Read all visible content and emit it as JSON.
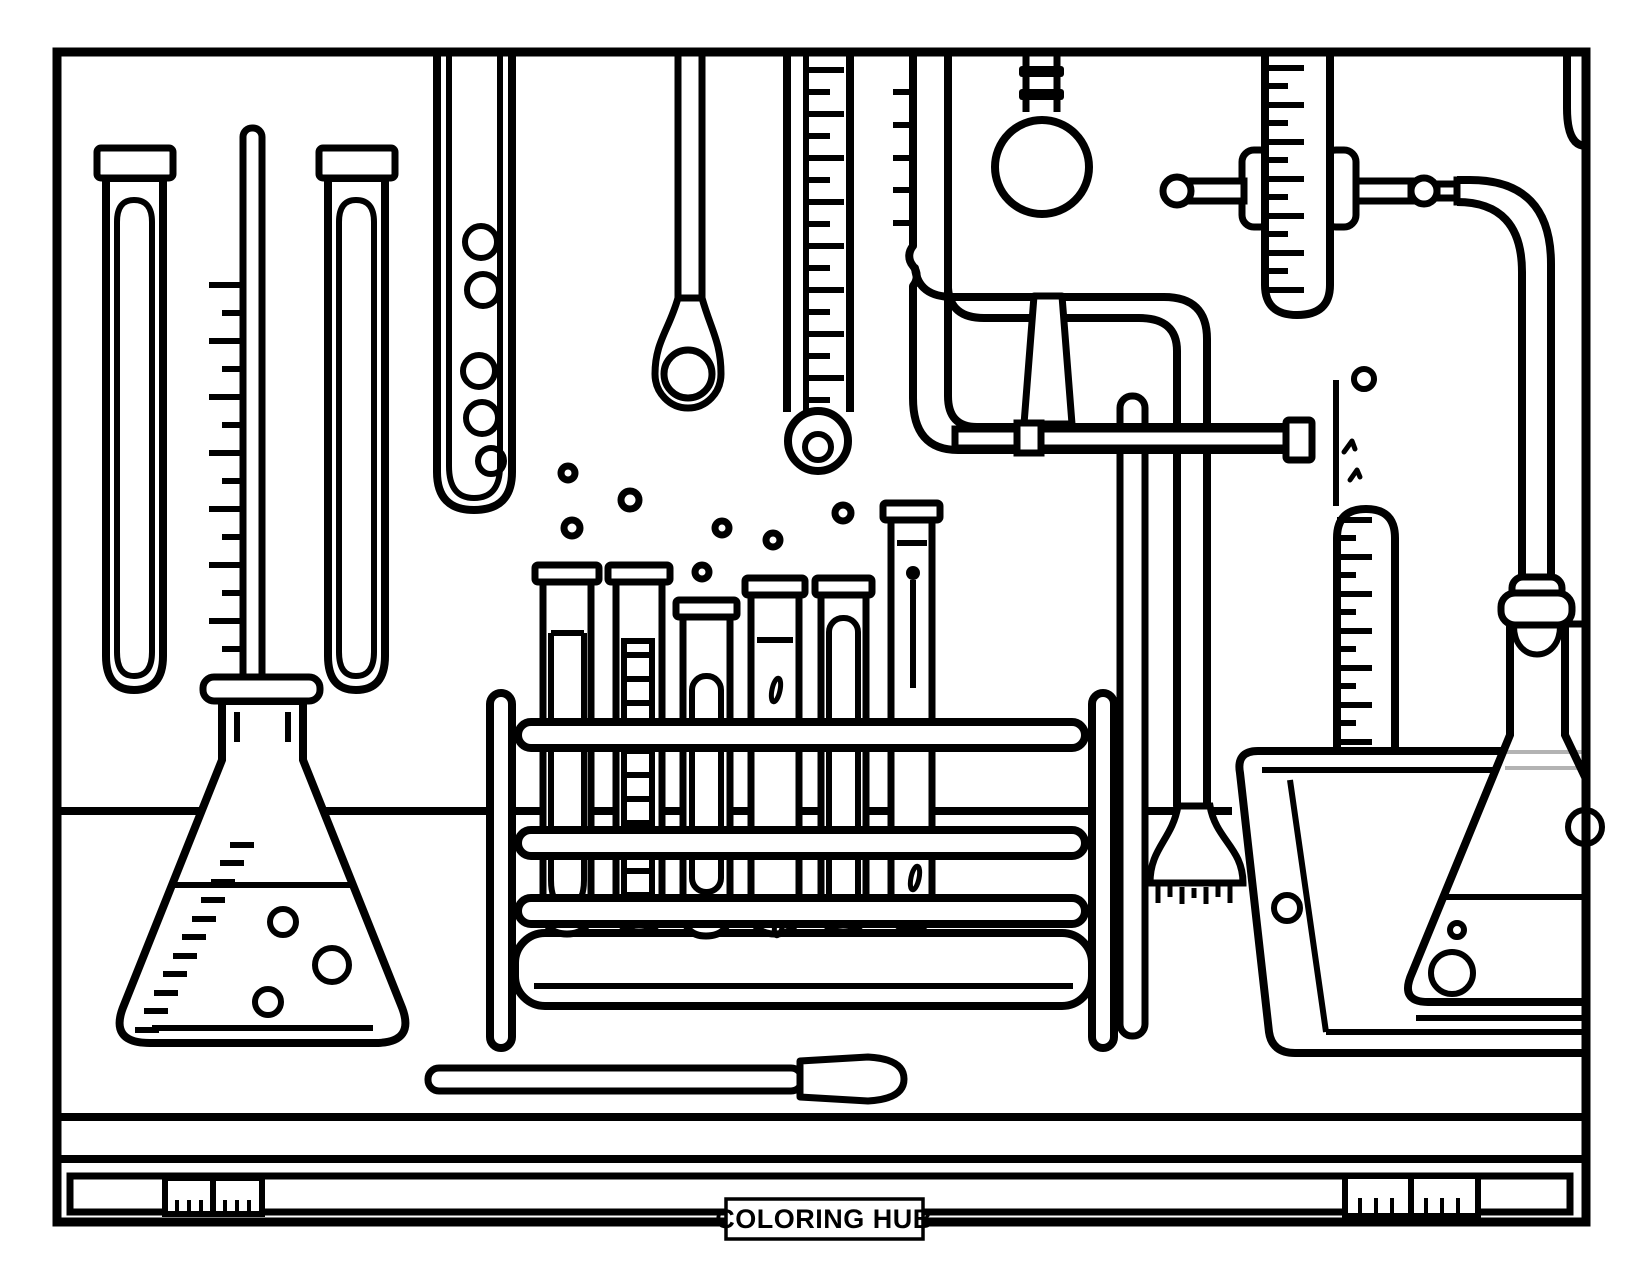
{
  "colors": {
    "paper": "#ffffff",
    "ink": "#000000",
    "muted": "#b3b3b3"
  },
  "label": {
    "text": "COLORING HUB"
  },
  "illustration": {
    "type": "coloring-page",
    "subject": "chemistry laboratory bench with glassware",
    "rack_tube_count": 6,
    "items": [
      "test-tube-left",
      "thermometer-with-scale",
      "test-tube-second",
      "large-test-tube-with-bubbles",
      "dropper-pipette",
      "lab-thermometer-with-bulb",
      "gas-tube-with-pipe",
      "funnel-with-bulb",
      "burette-with-clamp",
      "curved-delivery-tube",
      "stand-pole",
      "flared-pipe-outlet",
      "test-tube-rack",
      "erlenmeyer-flask-with-liquid",
      "graduated-cylinder",
      "tablet-tray",
      "stoppered-erlenmeyer-flask",
      "stirring-rod",
      "bench-ruler-edge"
    ]
  }
}
